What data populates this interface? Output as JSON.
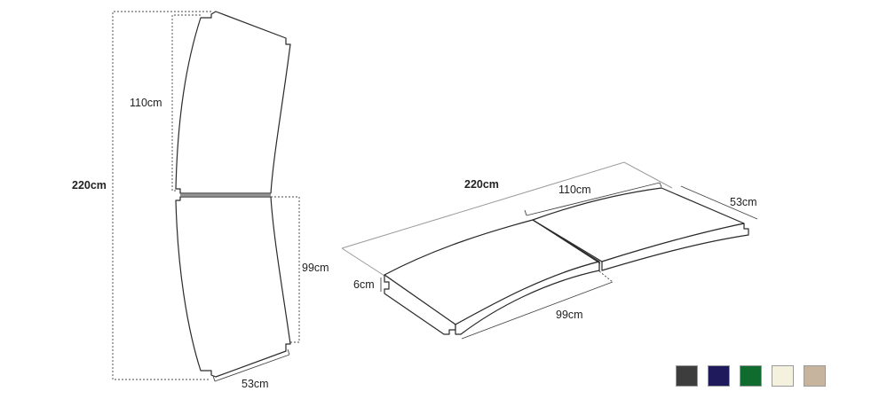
{
  "front_view": {
    "total_length": "220cm",
    "top_section_length": "110cm",
    "bottom_section_length": "99cm",
    "width": "53cm"
  },
  "perspective_view": {
    "total_length": "220cm",
    "section_length": "110cm",
    "width": "53cm",
    "thickness": "6cm",
    "bottom_section_length": "99cm"
  },
  "color_swatches": [
    {
      "name": "charcoal",
      "color": "#3d3d3d"
    },
    {
      "name": "navy",
      "color": "#1f1a5c"
    },
    {
      "name": "green",
      "color": "#0f6b2e"
    },
    {
      "name": "cream",
      "color": "#f4f1df"
    },
    {
      "name": "beige",
      "color": "#c7b49e"
    }
  ]
}
